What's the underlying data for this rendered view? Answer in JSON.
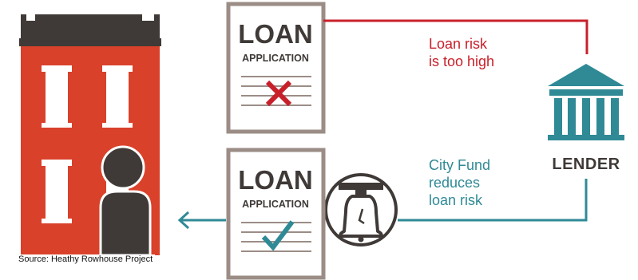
{
  "colors": {
    "building": "#d9412b",
    "roof": "#3f3a37",
    "person": "#3f3a37",
    "risk_red": "#c8202a",
    "fund_teal": "#2f8a96",
    "document_border": "#9b8d86",
    "lender_teal": "#2f8a96"
  },
  "application_top": {
    "title": "LOAN",
    "subtitle": "APPLICATION",
    "status_icon": "x-mark-icon"
  },
  "application_bottom": {
    "title": "LOAN",
    "subtitle": "APPLICATION",
    "status_icon": "checkmark-icon"
  },
  "risk_label": {
    "line1": "Loan risk",
    "line2": "is too high"
  },
  "fund_label": {
    "line1": "City Fund",
    "line2": "reduces",
    "line3": "loan risk"
  },
  "lender": {
    "label": "LENDER",
    "icon": "bank-icon"
  },
  "city_fund_icon": "liberty-bell-icon",
  "homebuyer_icon": "person-icon",
  "rowhouse_icon": "rowhouse-icon",
  "source": "Source: Heathy Rowhouse Project"
}
